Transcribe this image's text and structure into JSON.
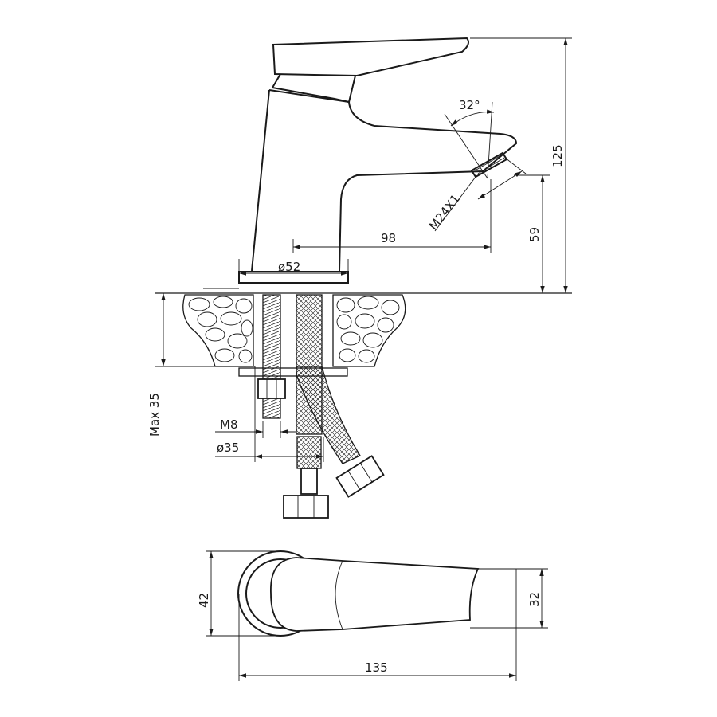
{
  "labels": {
    "height_total": "125",
    "spout_height": "59",
    "reach": "98",
    "base_diameter": "ø52",
    "angle": "32°",
    "aerator_thread": "M24X1",
    "max_thickness": "Max 35",
    "stud_thread": "M8",
    "hole_diameter": "ø35",
    "top_width": "42",
    "top_length": "135",
    "lever_width": "32"
  }
}
